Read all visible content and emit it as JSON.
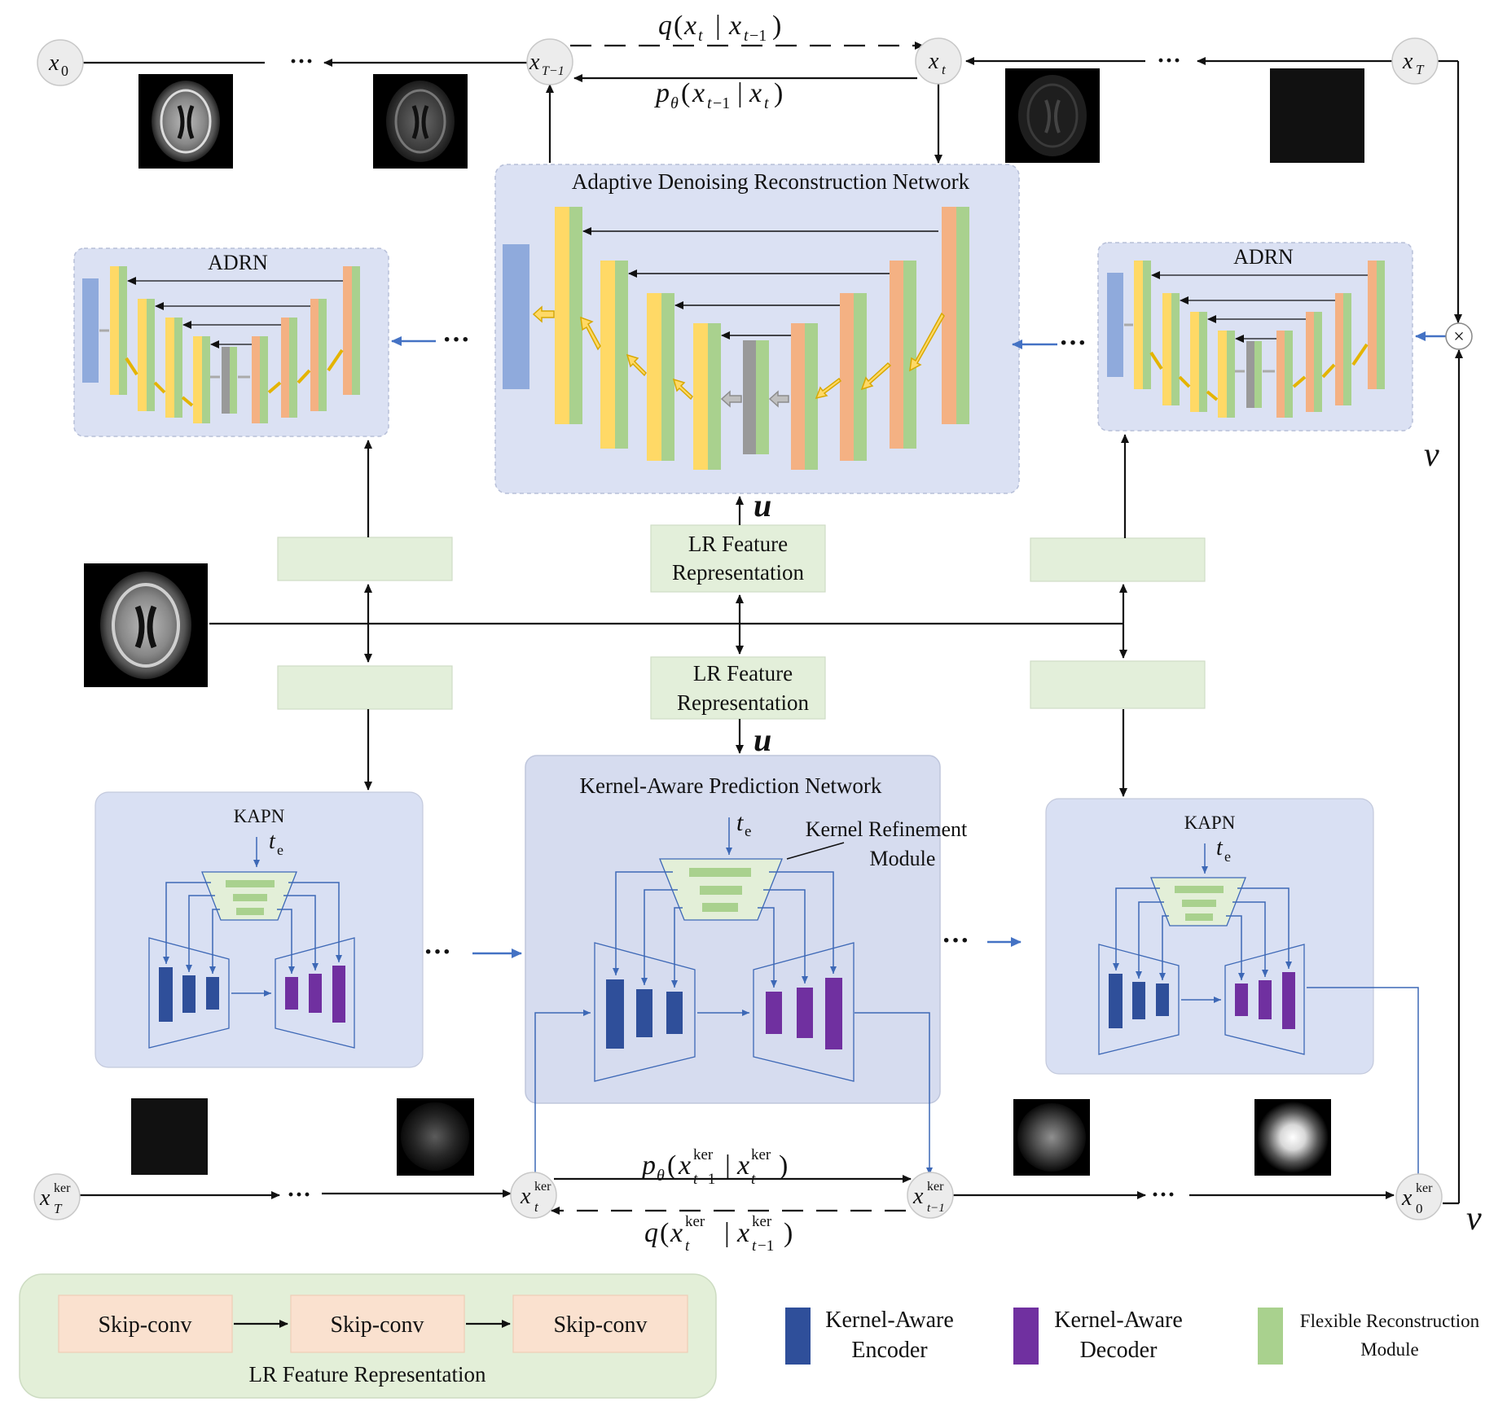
{
  "nodes": {
    "x0": "x",
    "x0_sub": "0",
    "xT1": "x",
    "xT1_sub": "T−1",
    "xt": "x",
    "xt_sub": "t",
    "xT": "x",
    "xT_sub": "T",
    "kT": "x",
    "kT_sup": "ker",
    "kT_sub": "T",
    "kt": "x",
    "kt_sup": "ker",
    "kt_sub": "t",
    "kt1": "x",
    "kt1_sup": "ker",
    "kt1_sub": "t−1",
    "k0": "x",
    "k0_sup": "ker",
    "k0_sub": "0"
  },
  "equations": {
    "q_top": "q(x_t | x_{t−1})",
    "p_top": "p_θ(x_{t−1} | x_t)",
    "p_ker": "p_θ(x^ker_{t−1} | x^ker_t)",
    "q_ker": "q(x^ker_t | x^ker_{t−1})"
  },
  "symbols": {
    "ellipsis": "···",
    "u": "u",
    "v": "v",
    "multiply": "×",
    "t": "t",
    "t_sub": "e"
  },
  "modules": {
    "adrn_center_title": "Adaptive Denoising Reconstruction Network",
    "adrn_small_title": "ADRN",
    "kapn_center_title": "Kernel-Aware Prediction Network",
    "kapn_small_title": "KAPN",
    "kernel_refinement_line1": "Kernel Refinement",
    "kernel_refinement_line2": "Module",
    "lr_feature_line1": "LR Feature",
    "lr_feature_line2": "Representation"
  },
  "legend": {
    "skip_conv": "Skip-conv",
    "lr_feature_representation": "LR Feature Representation",
    "encoder_line1": "Kernel-Aware",
    "encoder_line2": "Encoder",
    "decoder_line1": "Kernel-Aware",
    "decoder_line2": "Decoder",
    "flexible_line1": "Flexible Reconstruction",
    "flexible_line2": "Module"
  },
  "colors": {
    "encoder": "#2f4f9a",
    "decoder": "#7030a0",
    "flexible": "#a9d18e",
    "yellow": "#ffd966",
    "salmon": "#f4b183",
    "gray": "#999999",
    "light_blue": "#8faadc",
    "arrow_blue": "#4472c4"
  }
}
